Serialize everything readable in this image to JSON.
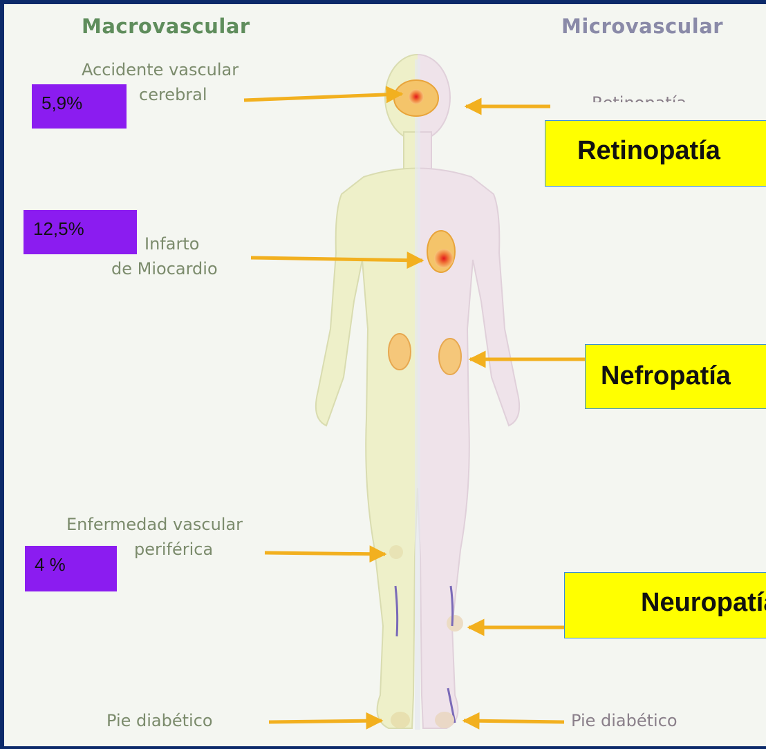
{
  "headers": {
    "macro": "Macrovascular",
    "micro": "Microvascular"
  },
  "left_labels": {
    "stroke_line1": "Accidente vascular",
    "stroke_line2": "cerebral",
    "mi_line1": "Infarto",
    "mi_line2": "de Miocardio",
    "pvd_line1": "Enfermedad vascular",
    "pvd_line2": "periférica",
    "foot": "Pie diabético"
  },
  "right_labels": {
    "retino_partial": "Retinopatía",
    "foot": "Pie diabético"
  },
  "percentages": {
    "stroke": "5,9%",
    "mi": "12,5%",
    "pvd": "4 %"
  },
  "overlays": {
    "retinopathy": "Retinopatía",
    "nephropathy": "Nefropatía",
    "neuropathy": "Neuropatía"
  },
  "colors": {
    "background_border": "#0c2a6a",
    "panel": "#f4f6f1",
    "macro_header": "#5f8d5c",
    "micro_header": "#8a8aa8",
    "arrow": "#f2b01f",
    "percent_box": "#8b1cf0",
    "callout_box": "#ffff00",
    "callout_border": "#3a8fd8",
    "body_left": "#eef0c9",
    "body_right": "#efe3ea"
  }
}
